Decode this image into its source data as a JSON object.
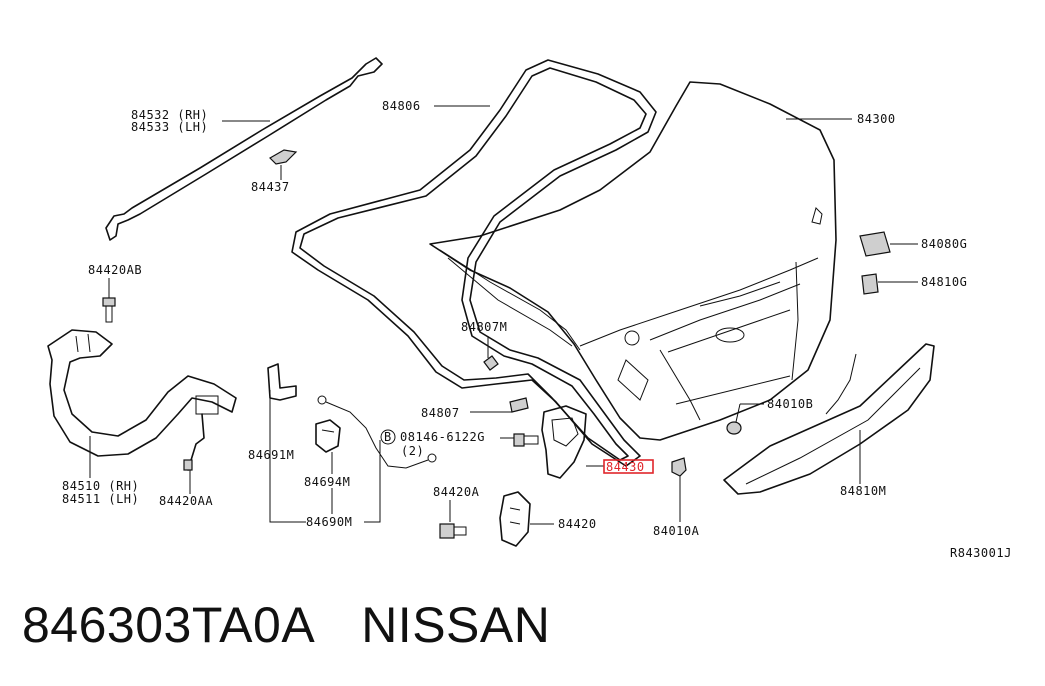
{
  "labels": {
    "p84532": "84532 (RH)",
    "p84533": "84533 (LH)",
    "p84806": "84806",
    "p84300": "84300",
    "p84437": "84437",
    "p84420ab": "84420AB",
    "p84080g": "84080G",
    "p84810g": "84810G",
    "p84807m": "84807M",
    "p84807": "84807",
    "p84010b": "84010B",
    "p08146": "08146-6122G",
    "p08146qty": "(2)",
    "p08146mark": "B",
    "p84430": "84430",
    "p84691m": "84691M",
    "p84694m": "84694M",
    "p84690m": "84690M",
    "p84510": "84510 (RH)",
    "p84511": "84511 (LH)",
    "p84420aa": "84420AA",
    "p84420a": "84420A",
    "p84420": "84420",
    "p84010a": "84010A",
    "p84810m": "84810M",
    "ref": "R843001J"
  },
  "caption": {
    "part_number": "846303TA0A",
    "brand": "NISSAN"
  },
  "colors": {
    "highlight": "#e0262b",
    "line": "#111111"
  }
}
